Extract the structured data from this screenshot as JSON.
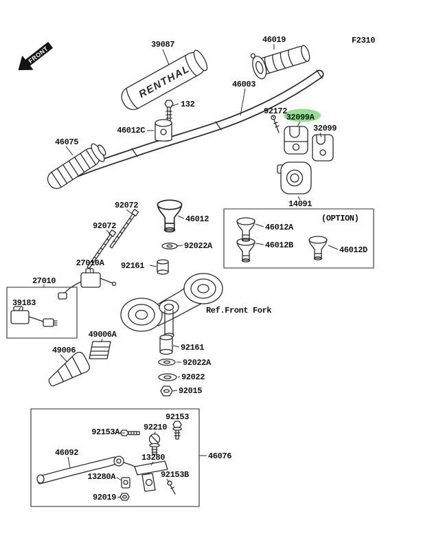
{
  "annotations": {
    "figure_code": "F2310",
    "front": "FRONT",
    "option": "(OPTION)",
    "ref_front_fork": "Ref.Front Fork",
    "grip_brand": "RENTHAL"
  },
  "highlight": {
    "part": "32099A",
    "color": "#8fe18f"
  },
  "parts": {
    "39087": "39087",
    "46019": "46019",
    "46003": "46003",
    "132": "132",
    "92172": "92172",
    "32099A": "32099A",
    "32099": "32099",
    "46012C": "46012C",
    "46075": "46075",
    "14091": "14091",
    "92072": "92072",
    "46012": "46012",
    "92022A": "92022A",
    "46012A": "46012A",
    "46012B": "46012B",
    "46012D": "46012D",
    "27010A": "27010A",
    "92161": "92161",
    "27010": "27010",
    "39183": "39183",
    "49006A": "49006A",
    "49006": "49006",
    "92022": "92022",
    "92015": "92015",
    "92153": "92153",
    "92153A": "92153A",
    "92210": "92210",
    "46092": "46092",
    "13280": "13280",
    "13280A": "13280A",
    "92153B": "92153B",
    "92019": "92019",
    "46076": "46076"
  }
}
